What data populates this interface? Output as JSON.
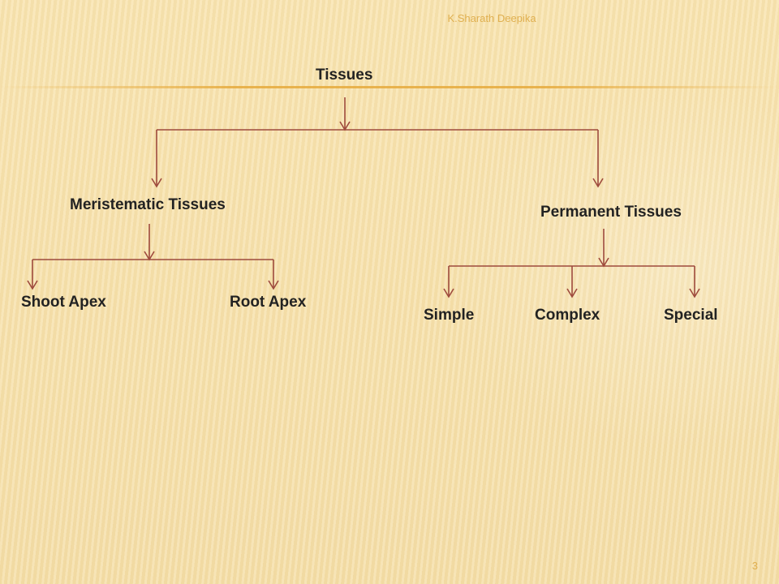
{
  "header": {
    "author": "K.Sharath Deepika"
  },
  "diagram": {
    "root": "Tissues",
    "meristematic": {
      "label": "Meristematic Tissues",
      "children": [
        "Shoot Apex",
        "Root Apex"
      ]
    },
    "permanent": {
      "label": "Permanent Tissues",
      "children": [
        "Simple",
        "Complex",
        "Special"
      ]
    }
  },
  "footer": {
    "page_number": "3"
  },
  "colors": {
    "background": "#f6e2ad",
    "connector": "#9e4a3d",
    "accent": "#e0b050",
    "text": "#222222"
  }
}
